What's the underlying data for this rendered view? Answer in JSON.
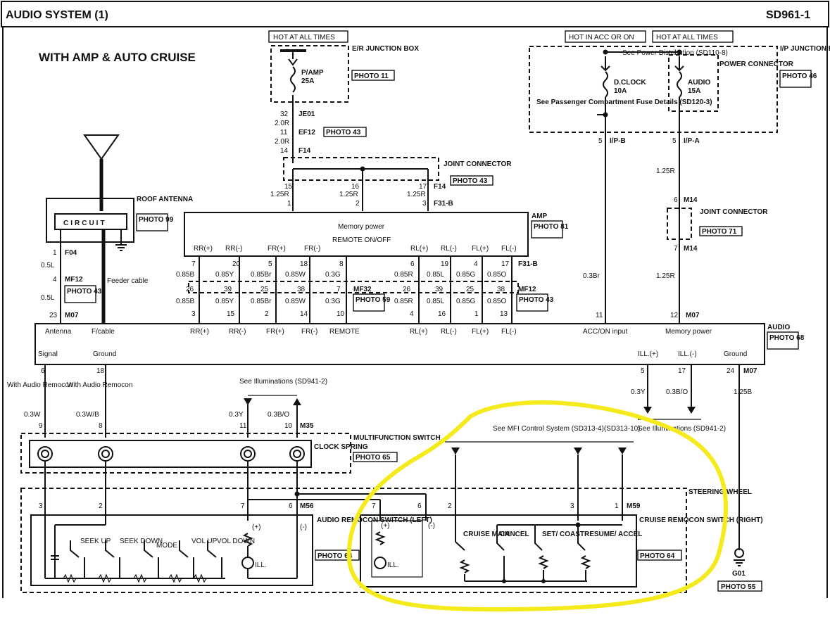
{
  "header": {
    "title": "AUDIO SYSTEM (1)",
    "code": "SD961-1"
  },
  "subtitle": "WITH AMP & AUTO CRUISE",
  "power": {
    "hot_all_times_1": "HOT AT ALL TIMES",
    "hot_acc_on": "HOT IN ACC OR ON",
    "hot_all_times_2": "HOT AT ALL TIMES",
    "er_box": "E/R JUNCTION BOX",
    "er_photo": "PHOTO 11",
    "p_amp": "P/AMP",
    "p_amp_rating": "25A",
    "ip_box": "I/P JUNCTION BOX",
    "ip_photo": "PHOTO 46",
    "see_power": "See Power Distribution (SD110-8)",
    "d_clock": "D.CLOCK",
    "d_clock_rating": "10A",
    "audio_fuse": "AUDIO",
    "audio_fuse_rating": "15A",
    "power_connector": "POWER CONNECTOR",
    "passenger_ref": "See Passenger Compartment Fuse Details (SD120-3)"
  },
  "connectors": {
    "je01": "JE01",
    "ef12": "EF12",
    "ef12_photo": "PHOTO 43",
    "f14": "F14",
    "joint": "JOINT CONNECTOR",
    "joint_photo": "PHOTO 43",
    "f31b": "F31-B",
    "memory_power": "Memory power",
    "ipb": "I/P-B",
    "ipa": "I/P-A",
    "m14": "M14",
    "joint2": "JOINT CONNECTOR",
    "joint2_photo": "PHOTO 71",
    "f04": "F04",
    "mf12": "MF12",
    "mf12_photo": "PHOTO 43",
    "m07": "M07",
    "mf32": "MF32",
    "mf32_photo": "PHOTO 59",
    "m35": "M35",
    "m56": "M56",
    "m59": "M59",
    "g01": "G01",
    "g01_photo": "PHOTO 55"
  },
  "wires": {
    "w20r": "2.0R",
    "w125r": "1.25R",
    "w05l": "0.5L",
    "w03br": "0.3Br",
    "w03w": "0.3W",
    "w03wb": "0.3W/B",
    "w03y": "0.3Y",
    "w03bo": "0.3B/O",
    "w125b": "1.25B",
    "w085b": "0.85B",
    "w085y": "0.85Y",
    "w085br": "0.85Br",
    "w085w": "0.85W",
    "w03g": "0.3G",
    "w085r": "0.85R",
    "w085l": "0.85L",
    "w085g": "0.85G",
    "w085o": "0.85O"
  },
  "amp": {
    "title": "AMP",
    "photo": "PHOTO 81",
    "labels": [
      "RR(+)",
      "RR(-)",
      "FR(+)",
      "FR(-)",
      "REMOTE ON/OFF",
      "RL(+)",
      "RL(-)",
      "FL(+)",
      "FL(-)"
    ]
  },
  "roof_antenna": {
    "title": "ROOF ANTENNA",
    "photo": "PHOTO 99",
    "circuit": "CIRCUIT",
    "feeder": "Feeder cable"
  },
  "audio": {
    "title": "AUDIO",
    "photo": "PHOTO 68",
    "top_labels": [
      "Antenna",
      "F/cable",
      "RR(+)",
      "RR(-)",
      "FR(+)",
      "FR(-)",
      "REMOTE",
      "RL(+)",
      "RL(-)",
      "FL(+)",
      "FL(-)",
      "ACC/ON input",
      "Memory power"
    ],
    "bottom_labels": [
      "Signal",
      "Ground",
      "ILL.(+)",
      "ILL.(-)",
      "Ground"
    ]
  },
  "remocon_note": "With Audio Remocon",
  "see_illum": "See Illuminations (SD941-2)",
  "multifunction": {
    "title": "MULTIFUNCTION SWITCH",
    "clock_spring": "CLOCK SPRING",
    "photo": "PHOTO 65"
  },
  "see_mfi": "See MFI Control System (SD313-4)(SD313-10)",
  "steering_wheel": "STEERING WHEEL",
  "audio_remocon": {
    "title": "AUDIO REMOCON SWITCH (LEFT)",
    "photo": "PHOTO 64",
    "buttons": [
      "SEEK UP",
      "SEEK DOWN",
      "MODE",
      "VOL UP",
      "VOL DOWN"
    ],
    "ill": "ILL.",
    "plus": "(+)",
    "minus": "(-)"
  },
  "cruise_remocon": {
    "title": "CRUISE REMOCON SWITCH (RIGHT)",
    "photo": "PHOTO 64",
    "buttons": [
      "CRUISE MAIN",
      "CANCEL",
      "SET/ COAST",
      "RESUME/ ACCEL"
    ],
    "ill": "ILL."
  }
}
